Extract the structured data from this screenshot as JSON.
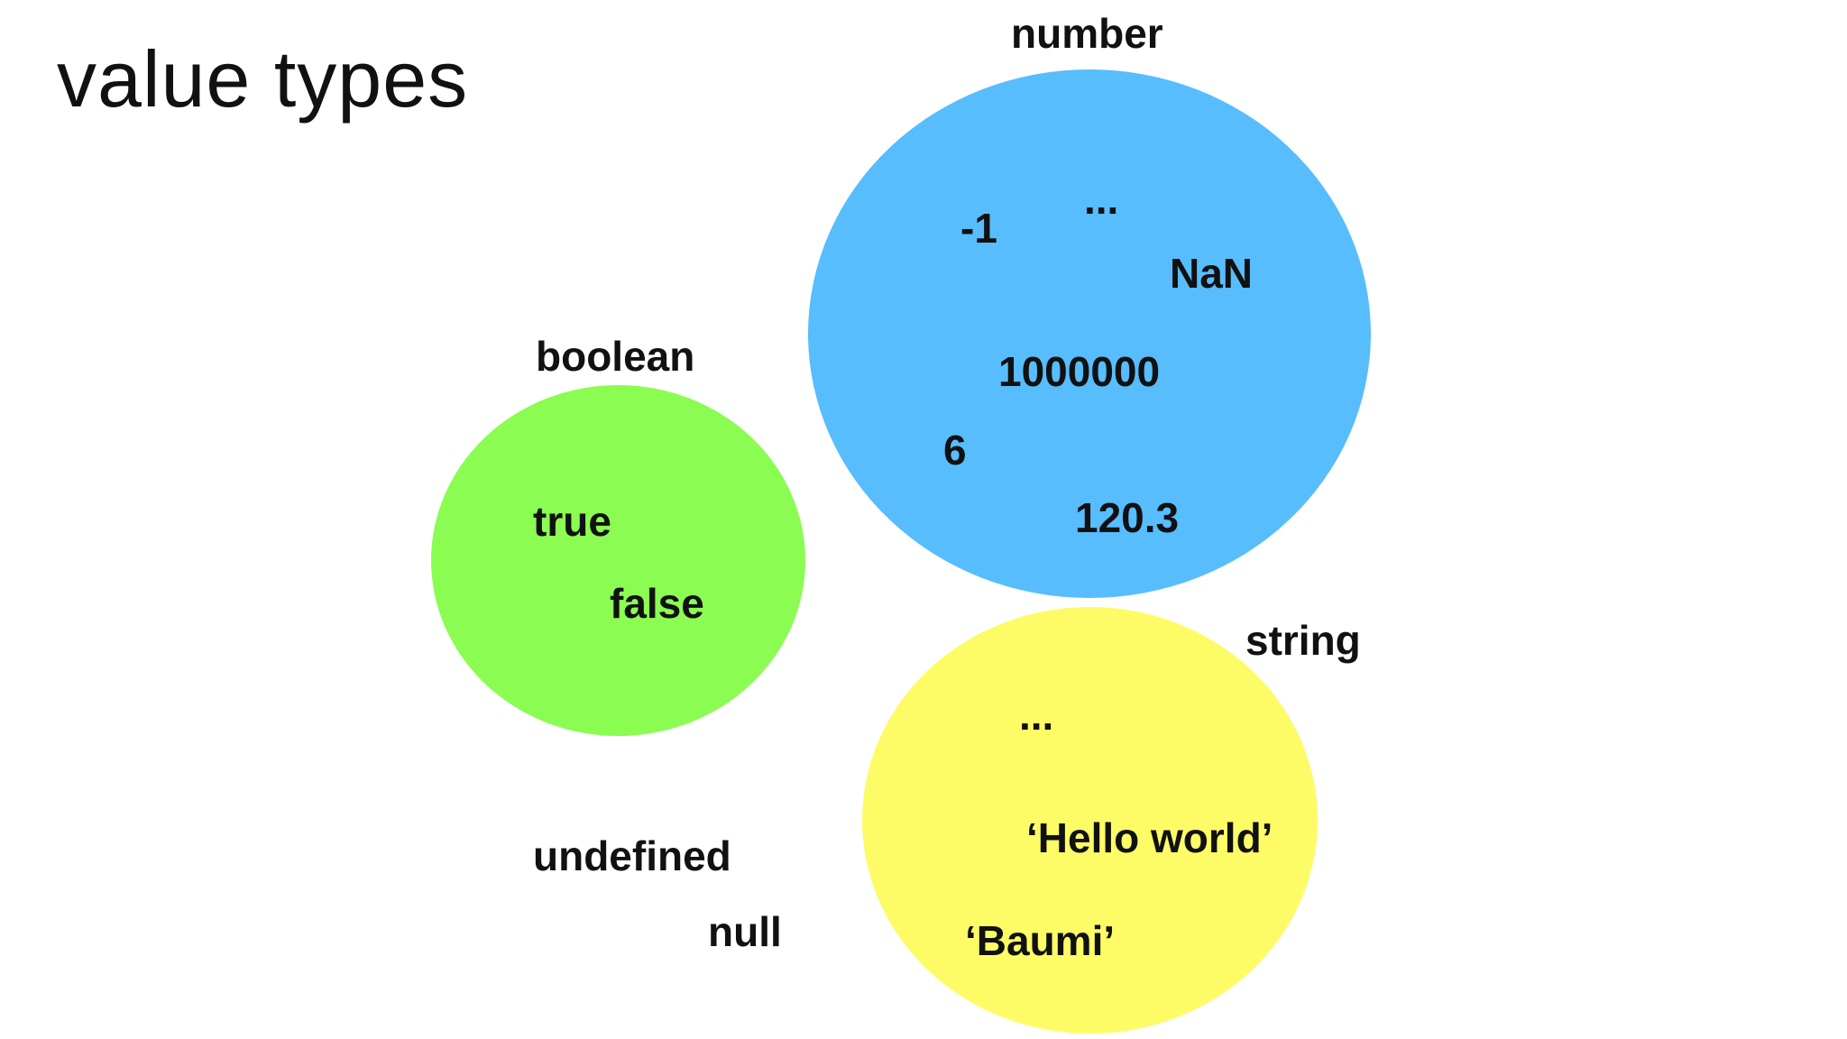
{
  "title": "value types",
  "colors": {
    "number": "#57bdfd",
    "boolean": "#8afc52",
    "string": "#fefc66",
    "text": "#111111",
    "background": "#ffffff"
  },
  "sets": {
    "number": {
      "label": "number",
      "values": [
        "...",
        "-1",
        "NaN",
        "1000000",
        "6",
        "120.3"
      ]
    },
    "boolean": {
      "label": "boolean",
      "values": [
        "true",
        "false"
      ]
    },
    "string": {
      "label": "string",
      "values": [
        "...",
        "‘Hello world’",
        "‘Baumi’"
      ]
    }
  },
  "standalone": [
    "undefined",
    "null"
  ]
}
